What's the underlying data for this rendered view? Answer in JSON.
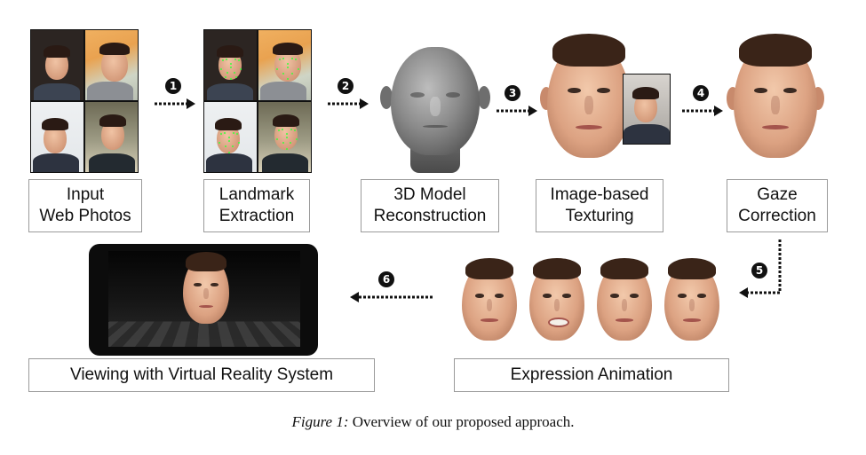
{
  "steps": [
    {
      "number": "1",
      "label": "Input\nWeb Photos"
    },
    {
      "number": "2",
      "label": "Landmark\nExtraction"
    },
    {
      "number": "3",
      "label": "3D Model\nReconstruction"
    },
    {
      "number": "4",
      "label": "Image-based\nTexturing"
    },
    {
      "number": "5",
      "label": "Gaze\nCorrection"
    },
    {
      "number": "6",
      "label": "Expression Animation"
    }
  ],
  "final_label": "Viewing with Virtual Reality System",
  "caption": {
    "figure_label": "Figure 1:",
    "text": " Overview of our proposed approach."
  },
  "colors": {
    "landmark_dots": "#3cff3c",
    "label_border": "#9a9a9a",
    "badge": "#111111"
  },
  "icons": [
    "face-photo-grid",
    "landmark-photo-grid",
    "gray-3d-head",
    "textured-face",
    "gaze-corrected-face",
    "expression-faces",
    "vr-screen"
  ]
}
